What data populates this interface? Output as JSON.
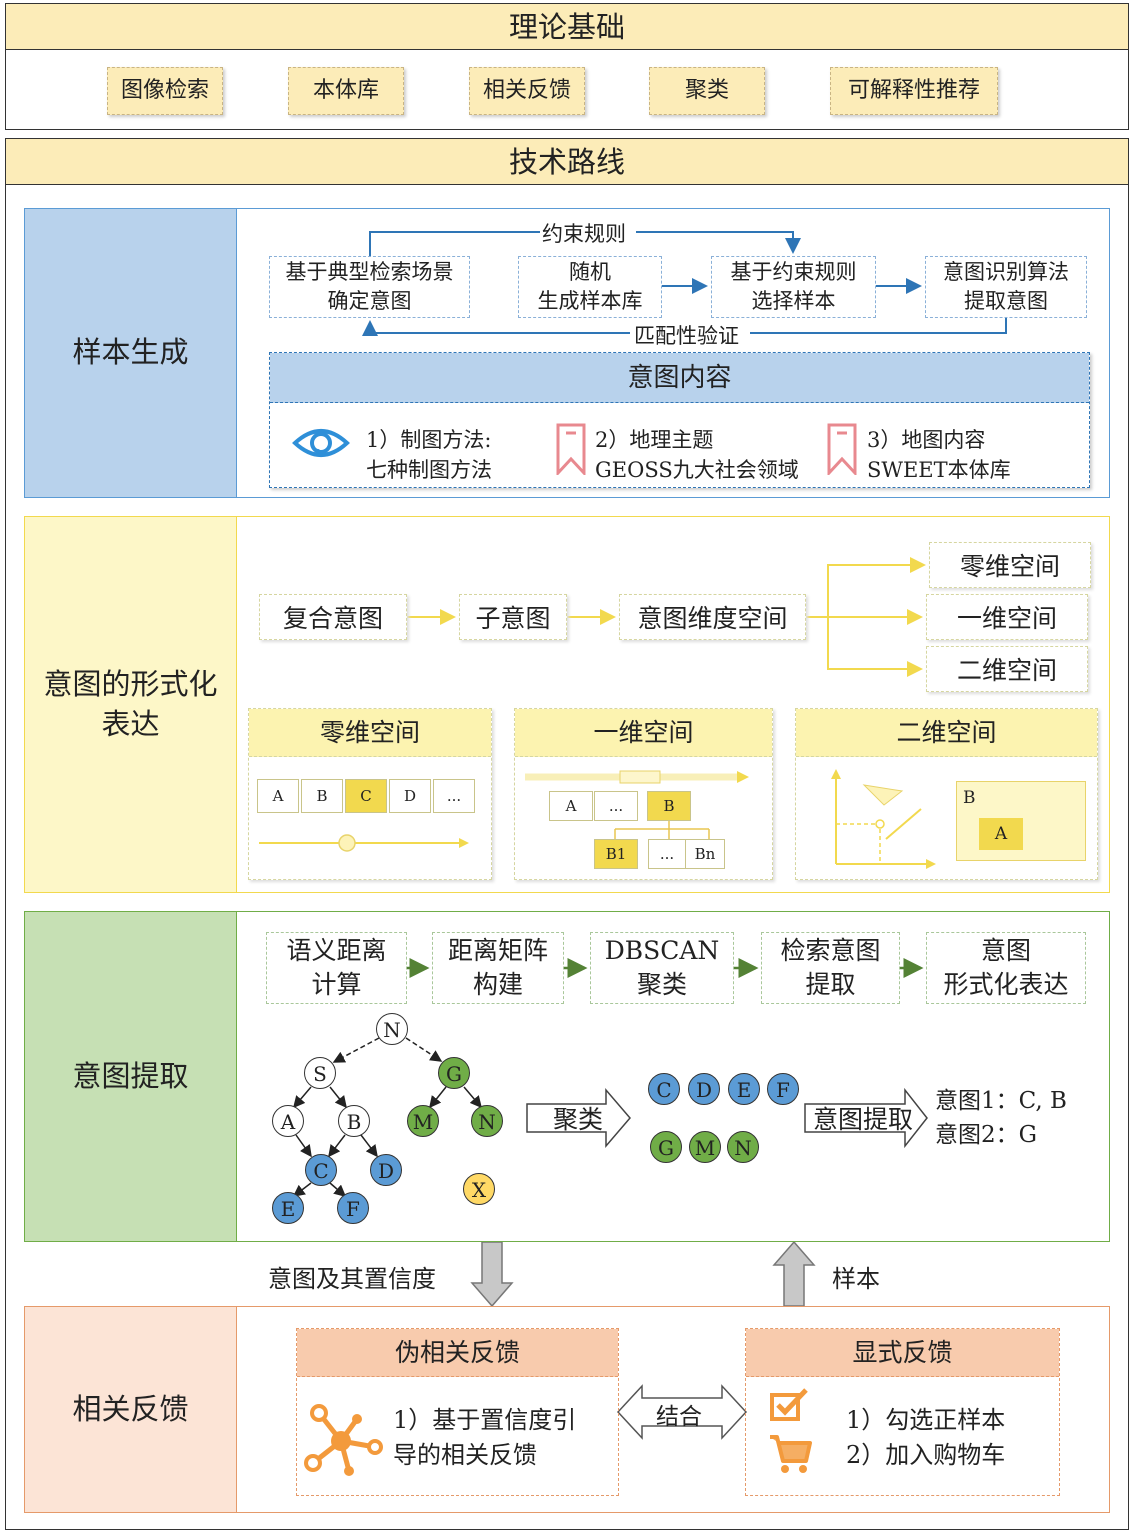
{
  "theory": {
    "header": "理论基础",
    "items": [
      "图像检索",
      "本体库",
      "相关反馈",
      "聚类",
      "可解释性推荐"
    ]
  },
  "tech": {
    "header": "技术路线"
  },
  "sample": {
    "label": "样本生成",
    "constraint_label": "约束规则",
    "match_label": "匹配性验证",
    "boxes": [
      "基于典型检索场景\n确定意图",
      "随机\n生成样本库",
      "基于约束规则\n选择样本",
      "意图识别算法\n提取意图"
    ],
    "content_title": "意图内容",
    "content_items": [
      {
        "icon": "eye-icon",
        "text": "1）制图方法:\n七种制图方法"
      },
      {
        "icon": "bookmark-icon",
        "text": "2）地理主题\nGEOSS九大社会领域"
      },
      {
        "icon": "bookmark-icon",
        "text": "3）地图内容\nSWEET本体库"
      }
    ]
  },
  "formal": {
    "label": "意图的形式化\n表达",
    "flow": [
      "复合意图",
      "子意图",
      "意图维度空间"
    ],
    "dims": [
      "零维空间",
      "一维空间",
      "二维空间"
    ],
    "zero": {
      "title": "零维空间",
      "cells": [
        "A",
        "B",
        "C",
        "D",
        "..."
      ]
    },
    "one": {
      "title": "一维空间",
      "row": [
        "A",
        "...",
        "B"
      ],
      "children": [
        "B1",
        "...",
        "Bn"
      ]
    },
    "two": {
      "title": "二维空间",
      "outer": "B",
      "inner": "A"
    }
  },
  "extract": {
    "label": "意图提取",
    "flow": [
      "语义距离\n计算",
      "距离矩阵\n构建",
      "DBSCAN\n聚类",
      "检索意图\n提取",
      "意图\n形式化表达"
    ],
    "tree_nodes": [
      "N",
      "S",
      "G",
      "A",
      "B",
      "M",
      "N",
      "C",
      "D",
      "E",
      "F",
      "X"
    ],
    "cluster_label": "聚类",
    "clusters_row1": [
      "C",
      "D",
      "E",
      "F"
    ],
    "clusters_row2": [
      "G",
      "M",
      "N"
    ],
    "extract_label": "意图提取",
    "results": [
      "意图1：C, B",
      "意图2：G"
    ]
  },
  "links": {
    "down": "意图及其置信度",
    "up": "样本"
  },
  "feedback": {
    "label": "相关反馈",
    "pseudo_title": "伪相关反馈",
    "pseudo_text": "1）基于置信度引\n导的相关反馈",
    "combine_label": "结合",
    "explicit_title": "显式反馈",
    "explicit_text": "1）勾选正样本\n2）加入购物车"
  }
}
